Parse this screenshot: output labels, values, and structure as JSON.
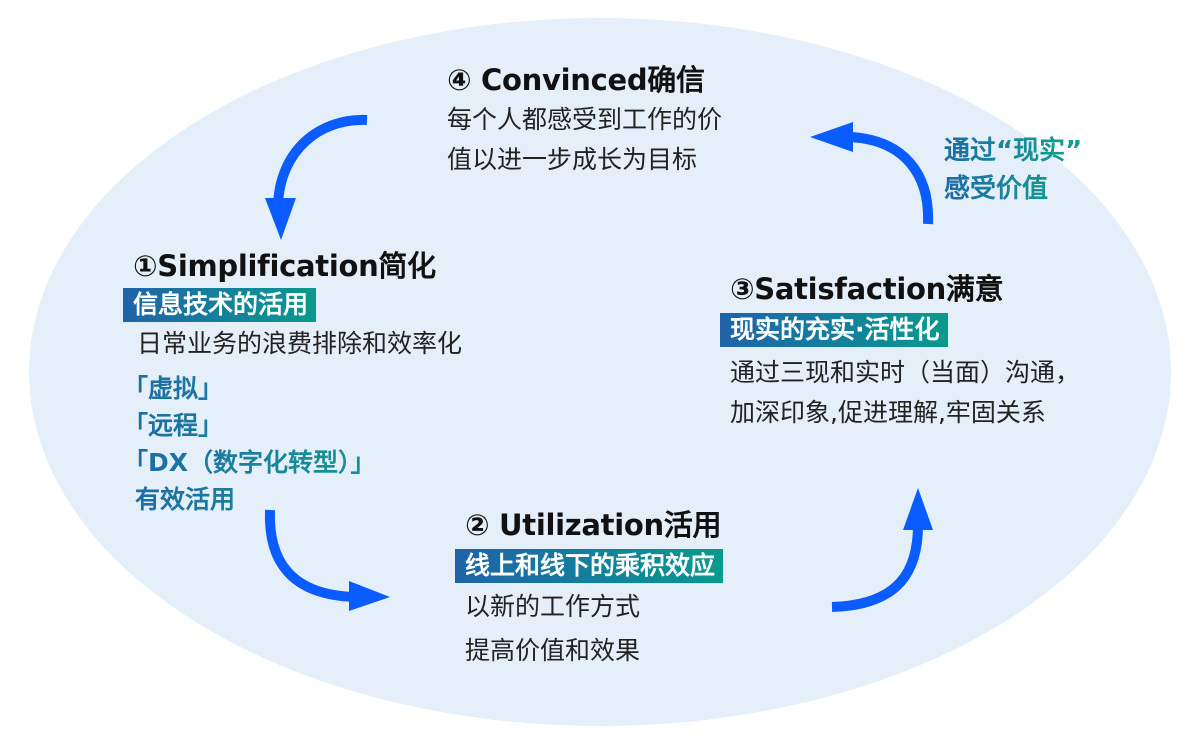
{
  "colors": {
    "ellipse_fill": "#e5eff9",
    "arrow": "#0a5cff",
    "tag_gradient_start": "#1f63a8",
    "tag_gradient_end": "#0a9a8c",
    "text": "#222222"
  },
  "stages": {
    "convinced": {
      "title": "④ Convinced确信",
      "lines": [
        "每个人都感受到工作的价",
        "值以进一步成长为目标"
      ]
    },
    "simplification": {
      "title": "①Simplification简化",
      "tag": "信息技术的活用",
      "body": "日常业务的浪费排除和效率化",
      "highlights": [
        "「虚拟」",
        "「远程」",
        "「DX（数字化转型）」",
        "有效活用"
      ]
    },
    "utilization": {
      "title": "② Utilization活用",
      "tag": "线上和线下的乘积效应",
      "lines": [
        "以新的工作方式",
        "提高价值和效果"
      ]
    },
    "satisfaction": {
      "title": "③Satisfaction满意",
      "tag": "现实的充实·活性化",
      "lines": [
        "通过三现和实时（当面）沟通，",
        "加深印象,促进理解,牢固关系"
      ]
    }
  },
  "annotation": {
    "lines": [
      "通过“现实”",
      "感受价值"
    ]
  },
  "arrows": [
    {
      "from": "convinced",
      "to": "simplification",
      "icon": "curved-arrow-down"
    },
    {
      "from": "simplification",
      "to": "utilization",
      "icon": "curved-arrow-right"
    },
    {
      "from": "utilization",
      "to": "satisfaction",
      "icon": "curved-arrow-up"
    },
    {
      "from": "satisfaction",
      "to": "convinced",
      "icon": "curved-arrow-left"
    }
  ]
}
